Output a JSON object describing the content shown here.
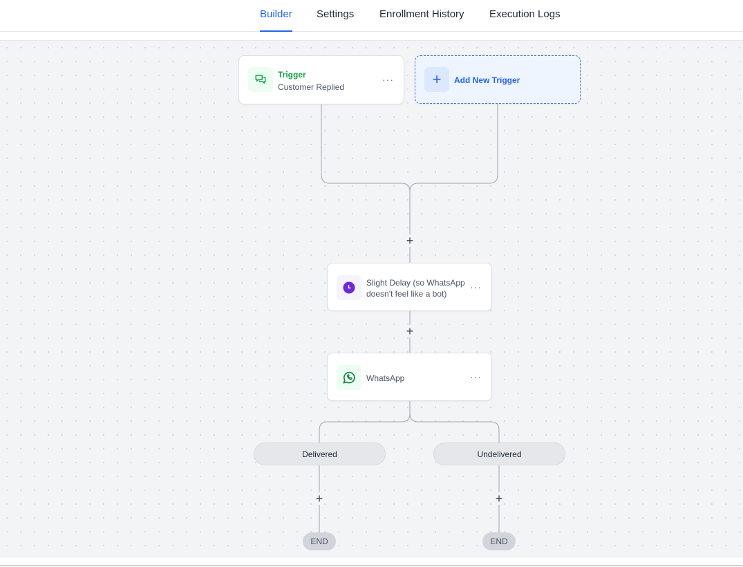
{
  "tabs": [
    {
      "label": "Builder",
      "active": true
    },
    {
      "label": "Settings"
    },
    {
      "label": "Enrollment History"
    },
    {
      "label": "Execution Logs"
    }
  ],
  "trigger": {
    "title": "Trigger",
    "subtitle": "Customer Replied",
    "icon": "chat-bubbles-icon",
    "color": "#16a34a"
  },
  "add_trigger": {
    "label": "Add New Trigger",
    "icon": "plus-icon",
    "color": "#2563eb"
  },
  "steps": [
    {
      "label": "Slight Delay (so WhatsApp doesn't feel like a bot)",
      "icon": "clock-icon",
      "color": "#6d28d9"
    },
    {
      "label": "WhatsApp",
      "icon": "whatsapp-icon",
      "color": "#15803d"
    }
  ],
  "branches": [
    {
      "label": "Delivered",
      "end": "END"
    },
    {
      "label": "Undelivered",
      "end": "END"
    }
  ],
  "more_label": "···",
  "plus_label": "+"
}
